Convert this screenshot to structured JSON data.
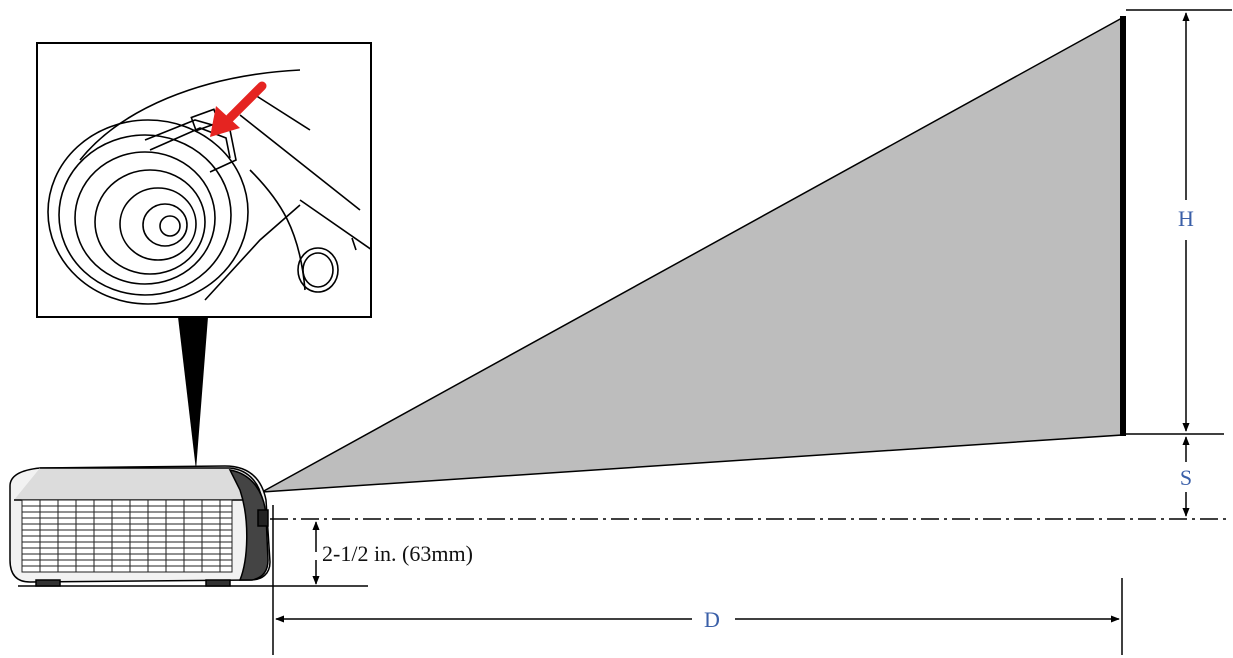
{
  "labels": {
    "height": "H",
    "offset": "S",
    "distance": "D",
    "lens_height": "2-1/2 in. (63mm)"
  },
  "colors": {
    "label_blue": "#3a5fa8",
    "beam_gray": "#bdbdbd",
    "arrow_red": "#e52421",
    "line": "#000000"
  },
  "icons": {
    "zoom_inset": "projector-lens-closeup",
    "pointer": "red-arrow-icon",
    "device": "projector-side-view"
  }
}
